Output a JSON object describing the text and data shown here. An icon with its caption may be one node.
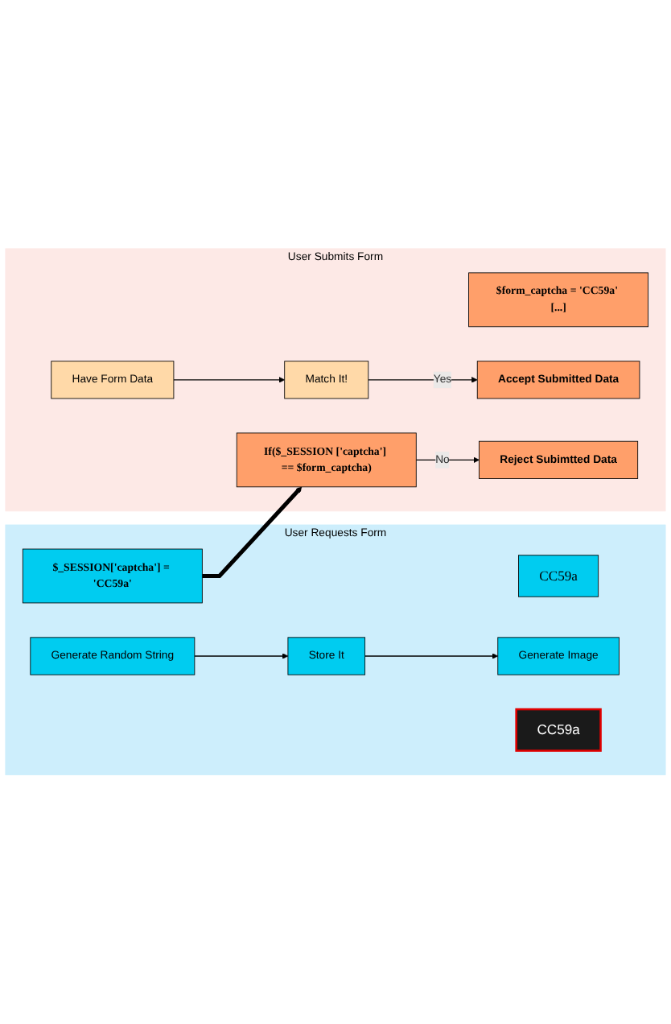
{
  "diagram": {
    "nodes": [
      {
        "text": [
          "User Requests Form"
        ]
      },
      {
        "text": [
          "Generate Random String"
        ],
        "in": 0
      },
      {
        "text": [
          "CC59a"
        ],
        "in": 0
      },
      {
        "text": [
          "Store It"
        ],
        "in": 0
      },
      {
        "text": [
          "$_SESSION['captcha'] = 'CC59a'"
        ],
        "in": 0
      },
      {
        "text": [
          "Generate Image"
        ],
        "in": 0
      },
      {
        "text": [
          "CC59a"
        ],
        "in": 0
      },
      {
        "text": [
          "User Submits Form"
        ]
      },
      {
        "text": [
          "Have Form Data"
        ],
        "in": 7
      },
      {
        "text": [
          "$form_captcha = 'CC59a' [...]"
        ],
        "in": 7
      },
      {
        "text": [
          "Match It!"
        ],
        "in": 7
      },
      {
        "text": [
          "If($_SESSION ['captcha'] == $form_captcha)"
        ],
        "in": 7
      },
      {
        "text": [
          "Accept Submitted Data"
        ],
        "in": 7
      },
      {
        "text": [
          "Reject Subimtted Data"
        ],
        "in": 7
      }
    ],
    "edges": [
      {
        "from": 1,
        "to": 3,
        "arrow": "to"
      },
      {
        "from": 3,
        "to": 5,
        "arrow": "to"
      },
      {
        "from": 4,
        "to": 11,
        "arrow": "to",
        "style": "thick"
      },
      {
        "from": 8,
        "to": 10,
        "arrow": "to"
      },
      {
        "from": 10,
        "to": 12,
        "label": "Yes",
        "arrow": "to"
      },
      {
        "from": 11,
        "to": 13,
        "label": "No",
        "arrow": "to"
      }
    ]
  }
}
